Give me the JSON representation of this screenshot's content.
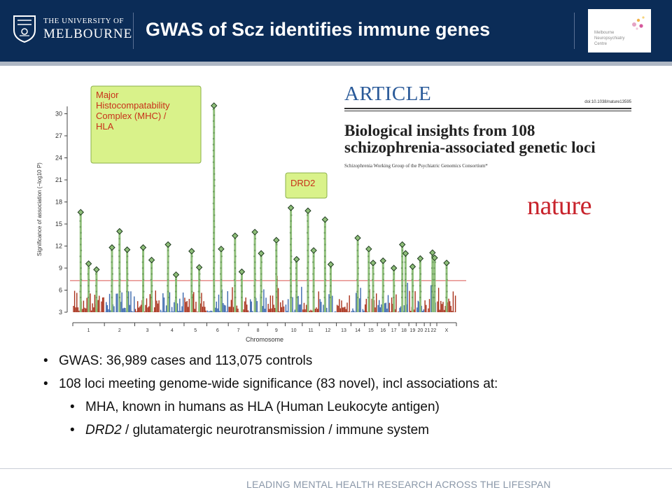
{
  "header": {
    "university_line1": "THE UNIVERSITY OF",
    "university_line2": "MELBOURNE",
    "title": "GWAS of Scz identifies immune genes",
    "partner_logo_text": [
      "Melbourne",
      "Neuropsychiatry",
      "Centre"
    ],
    "bg_color": "#0b2c57"
  },
  "article": {
    "label": "ARTICLE",
    "doi": "doi:10.1038/nature13595",
    "title_line1": "Biological insights from 108",
    "title_line2": "schizophrenia-associated genetic loci",
    "authors": "Schizophrenia Working Group of the Psychiatric Genomics Consortium*",
    "journal": "nature"
  },
  "chart_data": {
    "type": "scatter",
    "subtype": "manhattan",
    "xlabel": "Chromosome",
    "ylabel": "Significance of association (−log10 P)",
    "ylim": [
      3,
      31
    ],
    "yticks": [
      3,
      6,
      9,
      12,
      15,
      18,
      21,
      24,
      27,
      30
    ],
    "categories": [
      "1",
      "2",
      "3",
      "4",
      "5",
      "6",
      "7",
      "8",
      "9",
      "10",
      "11",
      "12",
      "13",
      "14",
      "15",
      "16",
      "17",
      "18",
      "19",
      "20",
      "21",
      "22",
      "X"
    ],
    "threshold": 7.3,
    "annotations": [
      {
        "text": "Major Histocompatability Complex (MHC) / HLA",
        "chromosome": "6"
      },
      {
        "text": "DRD2",
        "chromosome": "11"
      }
    ],
    "peaks": [
      {
        "chr": "1",
        "value": 16.6
      },
      {
        "chr": "1",
        "value": 9.6
      },
      {
        "chr": "1",
        "value": 8.8
      },
      {
        "chr": "2",
        "value": 11.8
      },
      {
        "chr": "2",
        "value": 14.0
      },
      {
        "chr": "2",
        "value": 11.5
      },
      {
        "chr": "3",
        "value": 11.8
      },
      {
        "chr": "3",
        "value": 10.1
      },
      {
        "chr": "4",
        "value": 12.2
      },
      {
        "chr": "4",
        "value": 8.1
      },
      {
        "chr": "5",
        "value": 11.3
      },
      {
        "chr": "5",
        "value": 9.1
      },
      {
        "chr": "6",
        "value": 31.1
      },
      {
        "chr": "6",
        "value": 11.6
      },
      {
        "chr": "7",
        "value": 13.4
      },
      {
        "chr": "7",
        "value": 8.5
      },
      {
        "chr": "8",
        "value": 13.9
      },
      {
        "chr": "8",
        "value": 11.0
      },
      {
        "chr": "9",
        "value": 12.8
      },
      {
        "chr": "10",
        "value": 17.2
      },
      {
        "chr": "10",
        "value": 10.2
      },
      {
        "chr": "11",
        "value": 16.8
      },
      {
        "chr": "11",
        "value": 11.4
      },
      {
        "chr": "12",
        "value": 15.6
      },
      {
        "chr": "12",
        "value": 9.5
      },
      {
        "chr": "14",
        "value": 13.1
      },
      {
        "chr": "15",
        "value": 11.6
      },
      {
        "chr": "15",
        "value": 9.7
      },
      {
        "chr": "16",
        "value": 10.0
      },
      {
        "chr": "17",
        "value": 9.0
      },
      {
        "chr": "18",
        "value": 12.2
      },
      {
        "chr": "18",
        "value": 11.0
      },
      {
        "chr": "19",
        "value": 9.2
      },
      {
        "chr": "20",
        "value": 10.3
      },
      {
        "chr": "22",
        "value": 11.1
      },
      {
        "chr": "22",
        "value": 10.4
      },
      {
        "chr": "X",
        "value": 9.7
      }
    ],
    "colors": {
      "odd_chr": "#a8301a",
      "even_chr": "#3a67ad",
      "significant": "#8fbf7a",
      "threshold": "#d9534f",
      "mhc_box": "#d9f28a"
    }
  },
  "bullets": [
    {
      "level": 1,
      "parts": [
        {
          "text": "GWAS: 36,989 cases and 113,075 controls",
          "italic": false
        }
      ]
    },
    {
      "level": 1,
      "parts": [
        {
          "text": "108 loci meeting genome-wide significance (83 novel), incl associations at:",
          "italic": false
        }
      ]
    },
    {
      "level": 2,
      "parts": [
        {
          "text": "MHA, known in humans as HLA (Human Leukocyte antigen)",
          "italic": false
        }
      ]
    },
    {
      "level": 2,
      "parts": [
        {
          "text": "DRD2",
          "italic": true
        },
        {
          "text": " / glutamatergic neurotransmission / immune system",
          "italic": false
        }
      ]
    }
  ],
  "footer": {
    "text": "LEADING MENTAL HEALTH RESEARCH ACROSS THE LIFESPAN"
  }
}
